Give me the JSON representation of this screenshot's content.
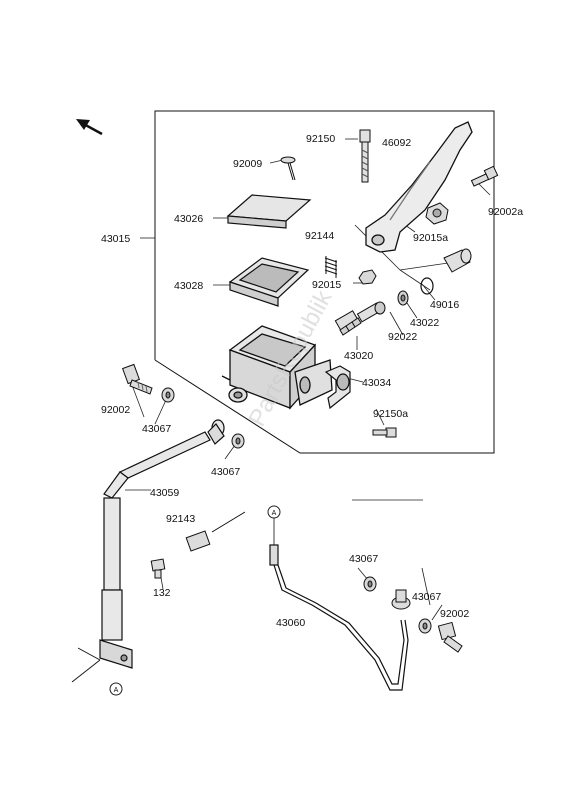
{
  "diagram": {
    "part_numbers": {
      "p43015": "43015",
      "p92150": "92150",
      "p46092": "46092",
      "p92009": "92009",
      "p43026": "43026",
      "p92144": "92144",
      "p92002a": "92002a",
      "p92015a": "92015a",
      "p43028": "43028",
      "p92015": "92015",
      "p49016": "49016",
      "p43022": "43022",
      "p92022": "92022",
      "p43020": "43020",
      "p43034": "43034",
      "p92150a": "92150a",
      "p92002_top": "92002",
      "p43067_left": "43067",
      "p43067_mid": "43067",
      "p43059": "43059",
      "p92143": "92143",
      "p132": "132",
      "p43060": "43060",
      "p43067_right1": "43067",
      "p43067_right2": "43067",
      "p92002_bottom": "92002"
    },
    "callout_letter": "A",
    "watermark": "PartsRepublik"
  }
}
